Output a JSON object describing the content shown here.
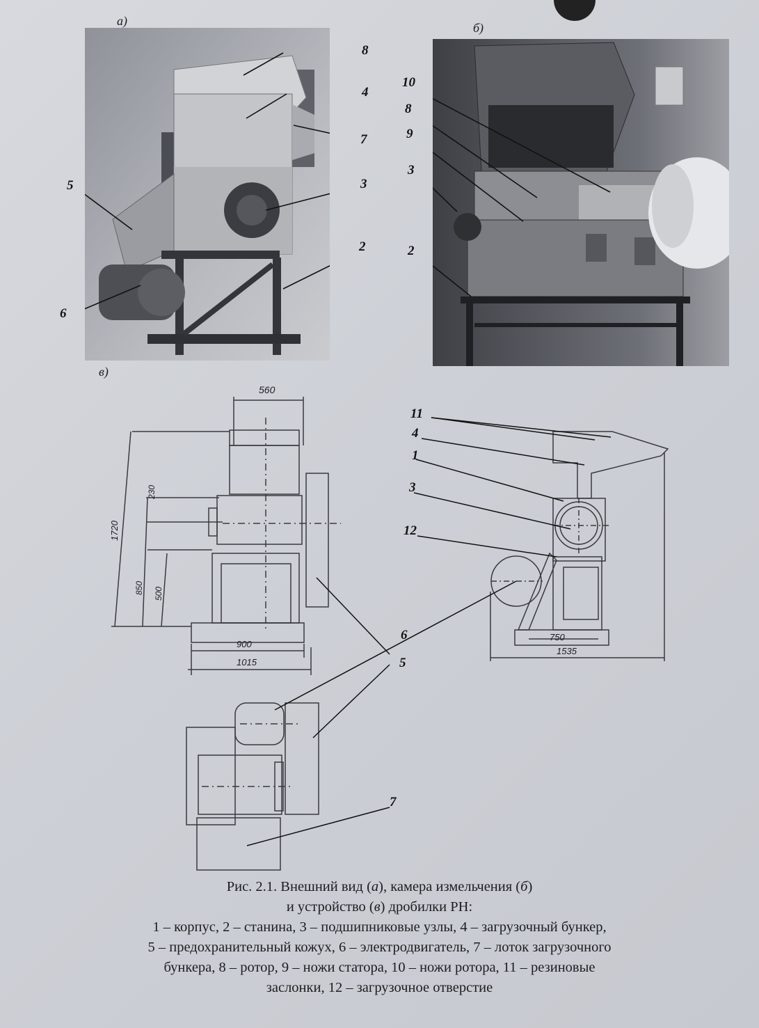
{
  "panels": {
    "a_label": "а)",
    "b_label": "б)",
    "c_label": "в)"
  },
  "callouts": {
    "photo_a": [
      "8",
      "4",
      "7",
      "5",
      "3",
      "2",
      "6"
    ],
    "photo_b": [
      "10",
      "8",
      "9",
      "3",
      "2"
    ],
    "drawing_right": [
      "11",
      "4",
      "1",
      "3",
      "12"
    ],
    "drawing_shared": [
      "6",
      "5"
    ],
    "drawing_bottom": [
      "7"
    ]
  },
  "dimensions": {
    "width_top": "560",
    "height_total": "1720",
    "dim_230": "230",
    "dim_850": "850",
    "dim_500": "500",
    "dim_900": "900",
    "dim_1015": "1015",
    "dim_750": "750",
    "dim_1535": "1535"
  },
  "caption": {
    "line1_prefix": "Рис. 2.1. Внешний вид (",
    "line1_a": "а",
    "line1_mid": "), камера измельчения (",
    "line1_b": "б",
    "line1_end": ")",
    "line2_prefix": "и устройство (",
    "line2_c": "в",
    "line2_end": ") дробилки РН:",
    "line3": "1 – корпус, 2 – станина, 3 – подшипниковые узлы, 4 – загрузочный бункер,",
    "line4": "5 – предохранительный кожух, 6 – электродвигатель, 7 – лоток загрузочного",
    "line5": "бункера, 8 – ротор, 9 – ножи статора, 10 – ножи ротора, 11 – резиновые",
    "line6": "заслонки, 12 – загрузочное отверстие"
  }
}
